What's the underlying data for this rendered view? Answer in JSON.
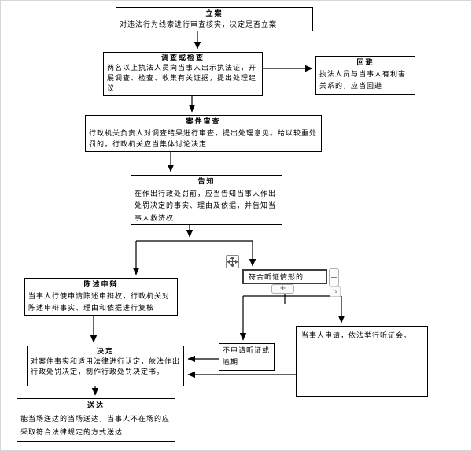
{
  "diagram": {
    "boxes": {
      "filing": {
        "title": "立案",
        "body": "对违法行为线索进行审查核实，决定是否立案"
      },
      "investigation": {
        "title": "调查或检查",
        "body": "两名以上执法人员向当事人出示执法证，开展调查、检查、收集有关证据，提出处理建议"
      },
      "recusal": {
        "title": "回避",
        "body": "执法人员与当事人有利害关系的，应当回避"
      },
      "case_review": {
        "title": "案件审查",
        "body": "行政机关负责人对调查结果进行审查，提出处理意见。给以较重处罚的，行政机关应当集体讨论决定"
      },
      "notification": {
        "title": "告知",
        "body": "在作出行政处罚前，应当告知当事人作出处罚决定的事实、理由及依据，并告知当事人救济权"
      },
      "statement_defense": {
        "title": "陈述申辩",
        "body": "当事人行使申请陈述申辩权，行政机关对陈述申辩事实、理由和依据进行复核"
      },
      "hearing_condition": {
        "label": "符合听证情形的"
      },
      "no_hearing": {
        "label": "不申请听证或逾期"
      },
      "hearing_held": {
        "label": "当事人申请，依法举行听证会。"
      },
      "decision": {
        "title": "决定",
        "body": "对案件事实和适用法律进行认定，依法作出行政处罚决定，制作行政处罚决定书。"
      },
      "service": {
        "title": "送达",
        "body": "能当场送达的当场送达，当事人不在场的应采取符合法律规定的方式送达"
      }
    },
    "handles": {
      "plus": "+",
      "corner_arrow": "↘"
    },
    "colors": {
      "line": "#000000",
      "box_border": "#000000",
      "box_fill": "#ffffff",
      "handle_border": "#b0b0b0"
    }
  }
}
